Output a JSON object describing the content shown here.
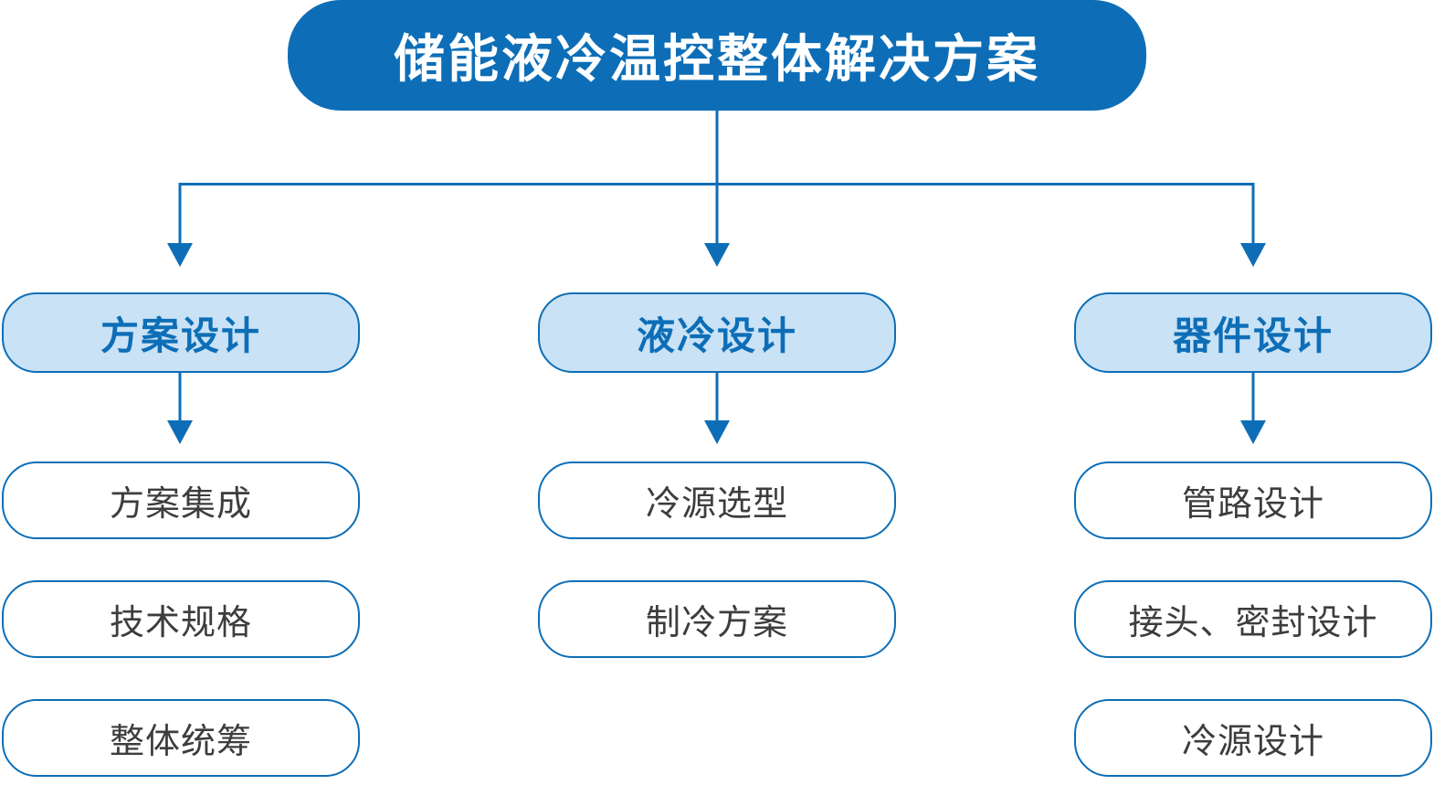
{
  "diagram": {
    "root": "储能液冷温控整体解决方案",
    "columns": [
      {
        "header": "方案设计",
        "children": [
          "方案集成",
          "技术规格",
          "整体统筹"
        ]
      },
      {
        "header": "液冷设计",
        "children": [
          "冷源选型",
          "制冷方案"
        ]
      },
      {
        "header": "器件设计",
        "children": [
          "管路设计",
          "接头、密封设计",
          "冷源设计"
        ]
      }
    ]
  },
  "colors": {
    "primary": "#0d6eb7",
    "header_fill": "#c9e2f5",
    "header_text": "#0d6eb7",
    "child_text": "#3d3d3d",
    "line": "#0d6eb7"
  },
  "icons": {
    "arrow_down": "arrow-down-icon"
  }
}
